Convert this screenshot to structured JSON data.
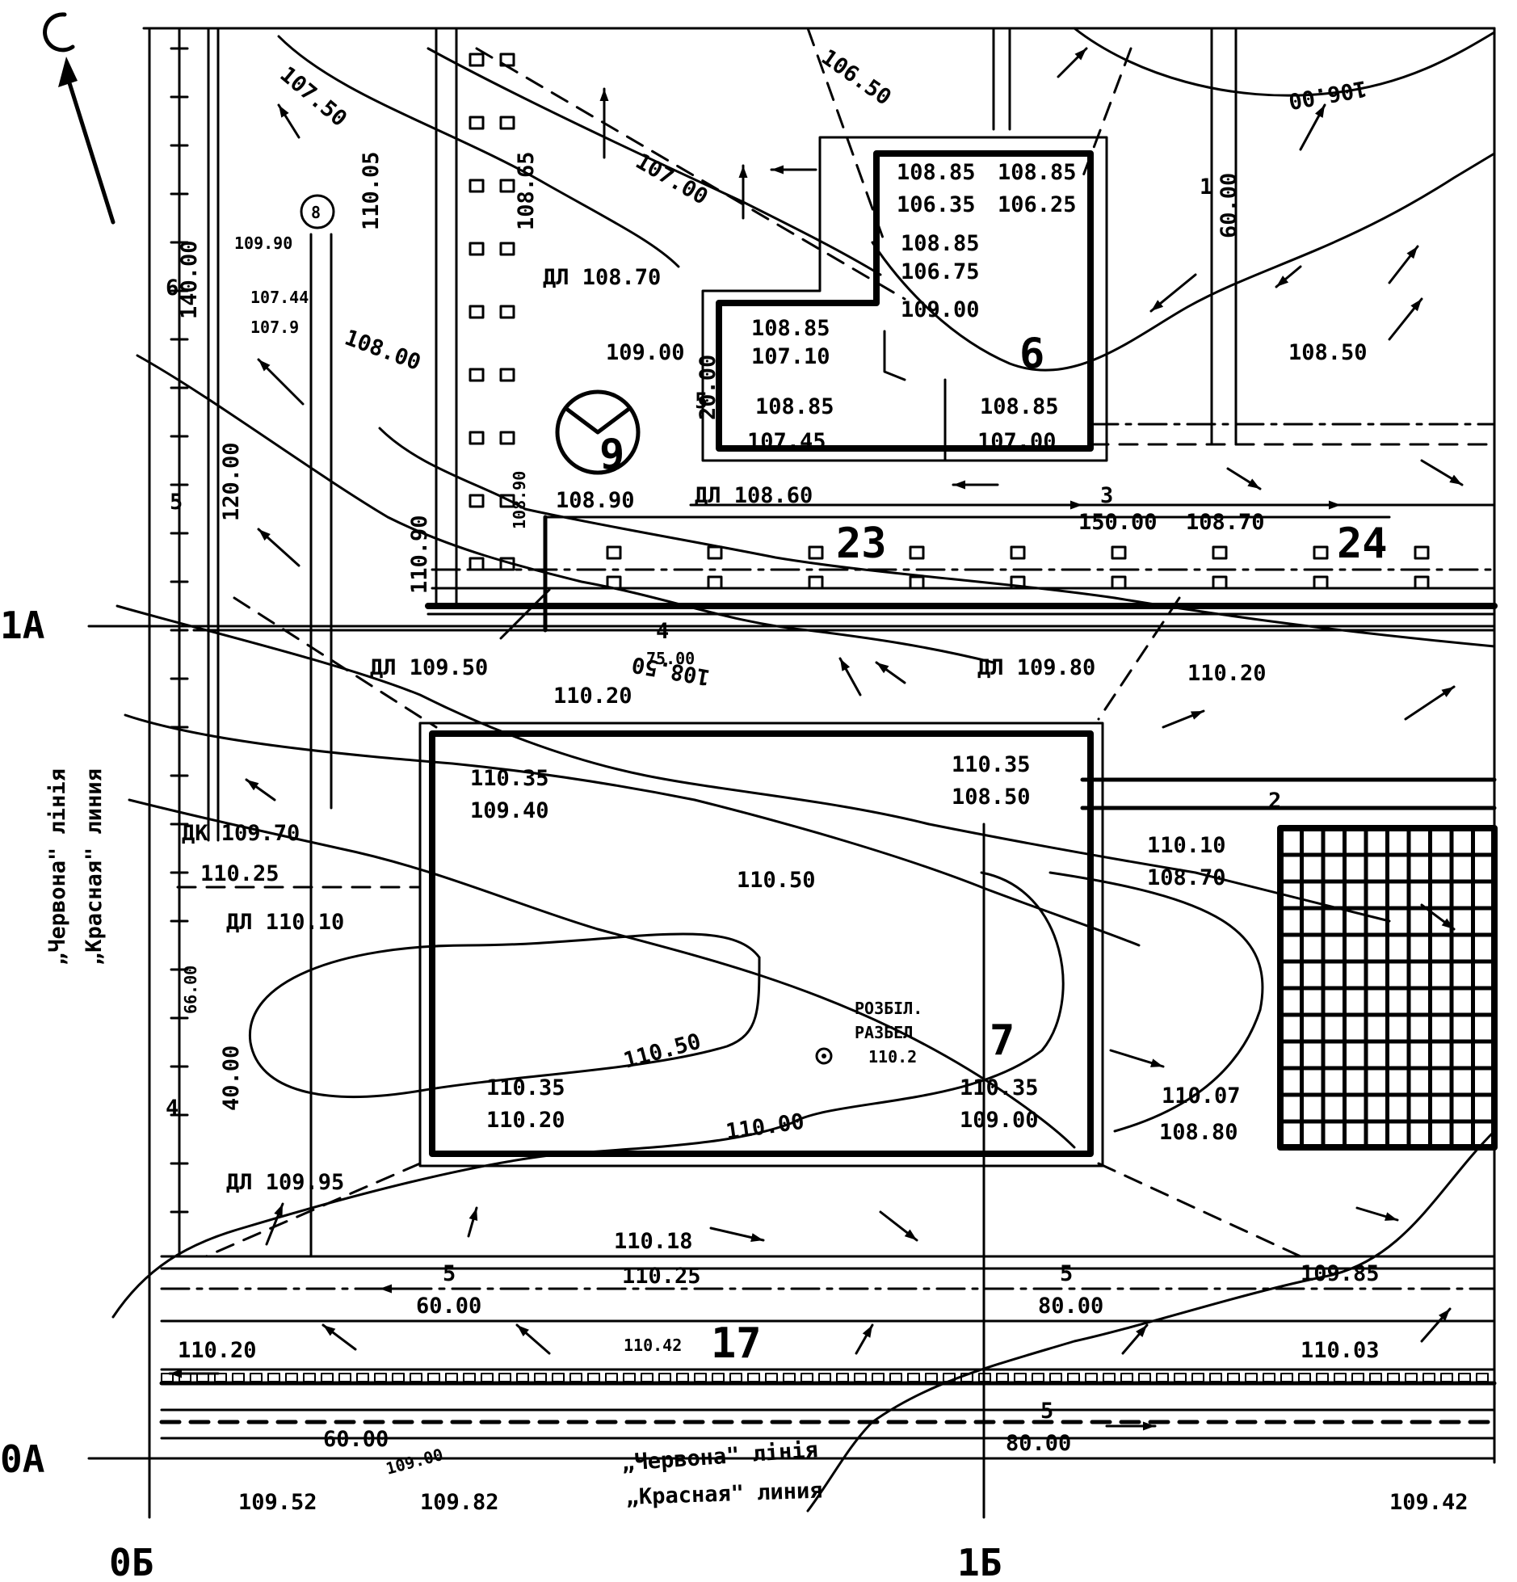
{
  "axes": {
    "a0": "0А",
    "a1": "1А",
    "b0": "0Б",
    "b1": "1Б"
  },
  "lines": {
    "red_line_ua": "„Червона\" лінія",
    "red_line_ru": "„Красная\" линия"
  },
  "buildings": {
    "b6": "6",
    "b7": "7",
    "b9": "9",
    "circ8": "8",
    "b23": "23",
    "b24": "24",
    "b17": "17"
  },
  "benchmark": {
    "title": "РОЗБІЛ.",
    "subtitle": "РАЗБЕЛ",
    "value": "110.2"
  },
  "contours": [
    "106.00",
    "106.50",
    "107.00",
    "107.50",
    "108.00",
    "108.50",
    "110.00",
    "110.50"
  ],
  "marks": {
    "top_10805": "110.05",
    "top_10865": "108.65",
    "top_10990": "109.90",
    "m_10744": "107.44",
    "m_1079": "107.9",
    "ul_10870": "ДЛ 108.70",
    "m_10900": "109.00",
    "b6_a1": "108.85",
    "b6_a2": "106.35",
    "b6_b1": "108.85",
    "b6_b2": "106.25",
    "b6_c1": "108.85",
    "b6_c2": "106.75",
    "b6_c3": "109.00",
    "b6_d1": "108.85",
    "b6_d2": "107.10",
    "b6_e1": "108.85",
    "b6_e2": "107.45",
    "b6_f1": "108.85",
    "b6_f2": "107.00",
    "r_10850": "108.50",
    "m_10890": "108.90",
    "m_108_90v": "108.90",
    "ul_10860": "ДЛ 108.60",
    "m_11090": "110.90",
    "d_15000": "150.00",
    "m_10870": "108.70",
    "ul_10950": "ДЛ 109.50",
    "ul_10980": "ДЛ 109.80",
    "m_11020r": "110.20",
    "m_11020": "110.20",
    "d_7500": "75.00",
    "b7_a1": "110.35",
    "b7_a2": "109.40",
    "b7_b1": "110.35",
    "b7_b2": "108.50",
    "b7_c1": "110.35",
    "b7_c2": "110.20",
    "b7_d1": "110.35",
    "b7_d2": "109.00",
    "m_11050": "110.50",
    "uk_10970": "ДК 109.70",
    "m_11025": "110.25",
    "ul_11010": "ДЛ 110.10",
    "d_6600": "66.00",
    "d_4000": "40.00",
    "ul_10995": "ДЛ 109.95",
    "r_11010a": "110.10",
    "r_11010b": "108.70",
    "r_11007a": "110.07",
    "r_11007b": "108.80",
    "s_11018": "110.18",
    "s_11025": "110.25",
    "d_6000a": "60.00",
    "d_8000a": "80.00",
    "m_10985": "109.85",
    "m_11020b": "110.20",
    "m_11042": "110.42",
    "m_11003": "110.03",
    "d_6000b": "60.00",
    "d_8000b": "80.00",
    "m_10900b": "109.00",
    "m_10952": "109.52",
    "m_10982": "109.82",
    "m_10942": "109.42",
    "v_14000": "140.00",
    "v_12000": "120.00",
    "v_2000": "20.00",
    "v_6000": "60.00",
    "n5": "5",
    "n6": "6",
    "n4": "4",
    "n2": "2",
    "n3": "3",
    "n1": "1"
  }
}
